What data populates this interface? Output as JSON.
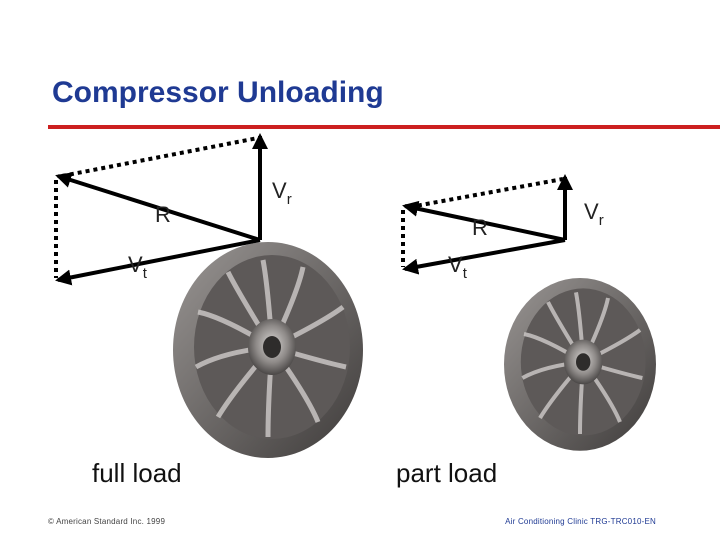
{
  "title": "Compressor Unloading",
  "colors": {
    "title": "#1f3a93",
    "rule": "#cc1f1f",
    "arrow": "#000000",
    "impeller": "#6e6a6a"
  },
  "left_panel": {
    "caption": "full load",
    "label_R": "R",
    "label_Vt_base": "V",
    "label_Vt_sub": "t",
    "label_Vr_base": "V",
    "label_Vr_sub": "r"
  },
  "right_panel": {
    "caption": "part load",
    "label_R": "R",
    "label_Vt_base": "V",
    "label_Vt_sub": "t",
    "label_Vr_base": "V",
    "label_Vr_sub": "r"
  },
  "footer": {
    "left": "© American Standard Inc. 1999",
    "right": "Air Conditioning Clinic TRG-TRC010-EN"
  }
}
